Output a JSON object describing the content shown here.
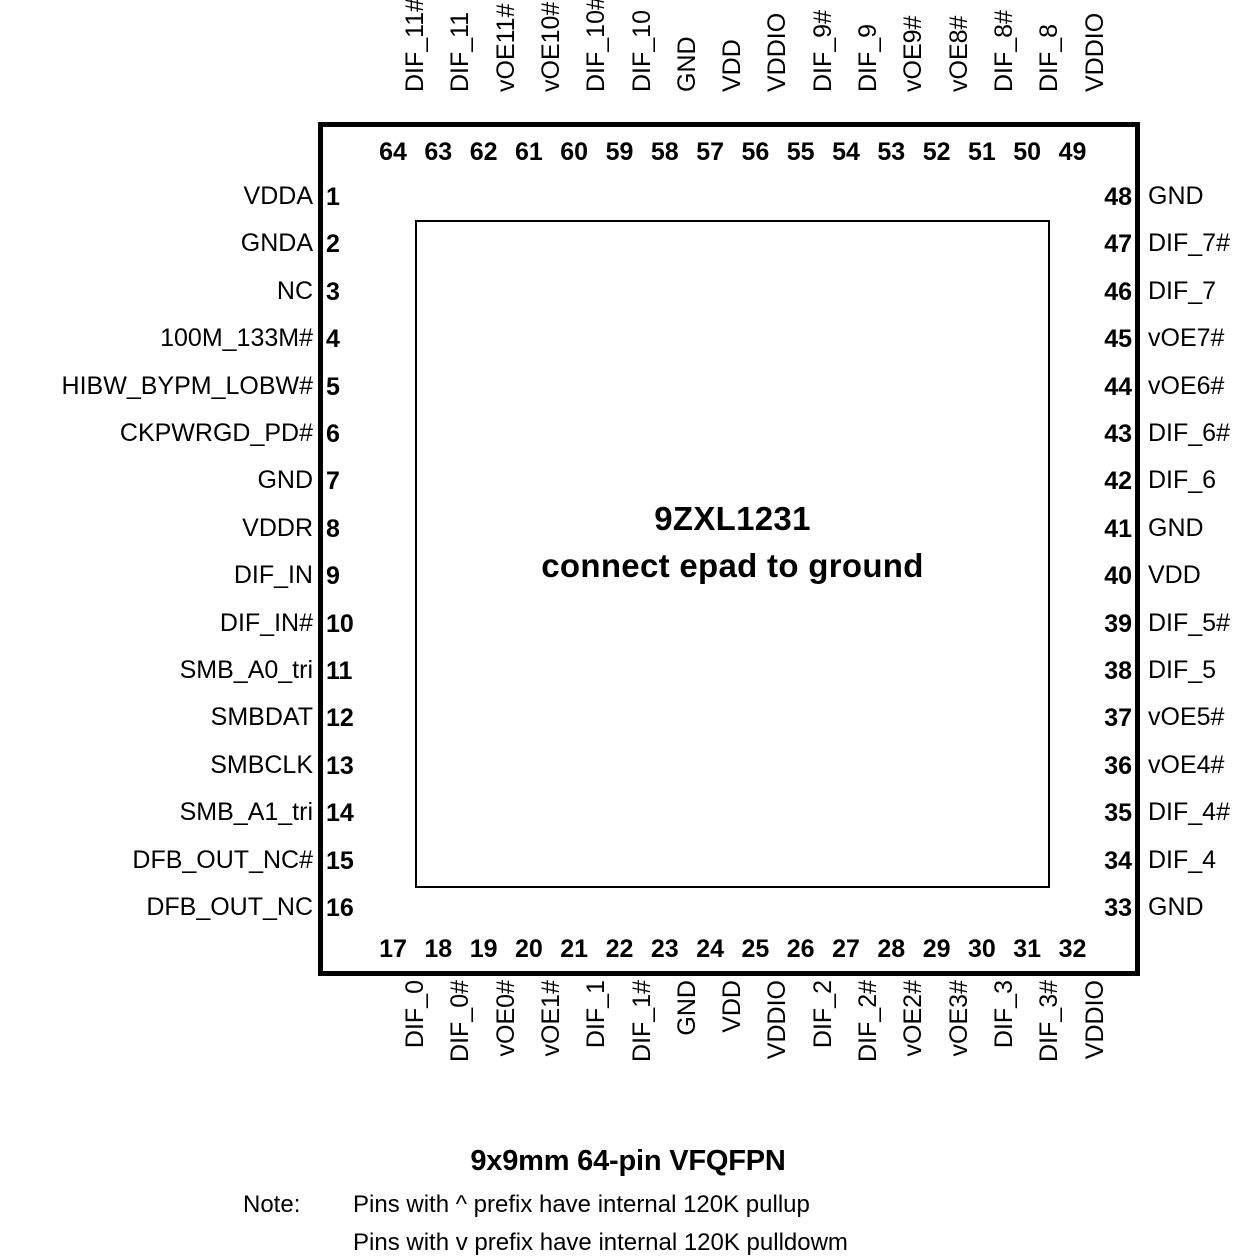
{
  "part": {
    "name": "9ZXL1231",
    "epad_note": "connect epad to ground"
  },
  "package": {
    "title": "9x9mm 64-pin VFQFPN"
  },
  "notes": {
    "label": "Note:",
    "line1": "Pins with ^ prefix have internal 120K pullup",
    "line2": "Pins with v prefix have internal 120K pulldowm"
  },
  "pins": {
    "left": [
      {
        "num": "1",
        "label": "VDDA"
      },
      {
        "num": "2",
        "label": "GNDA"
      },
      {
        "num": "3",
        "label": "NC"
      },
      {
        "num": "4",
        "label": "100M_133M#"
      },
      {
        "num": "5",
        "label": "HIBW_BYPM_LOBW#"
      },
      {
        "num": "6",
        "label": "CKPWRGD_PD#"
      },
      {
        "num": "7",
        "label": "GND"
      },
      {
        "num": "8",
        "label": "VDDR"
      },
      {
        "num": "9",
        "label": "DIF_IN"
      },
      {
        "num": "10",
        "label": "DIF_IN#"
      },
      {
        "num": "11",
        "label": "SMB_A0_tri"
      },
      {
        "num": "12",
        "label": "SMBDAT"
      },
      {
        "num": "13",
        "label": "SMBCLK"
      },
      {
        "num": "14",
        "label": "SMB_A1_tri"
      },
      {
        "num": "15",
        "label": "DFB_OUT_NC#"
      },
      {
        "num": "16",
        "label": "DFB_OUT_NC"
      }
    ],
    "bottom": [
      {
        "num": "17",
        "label": "DIF_0"
      },
      {
        "num": "18",
        "label": "DIF_0#"
      },
      {
        "num": "19",
        "label": "vOE0#"
      },
      {
        "num": "20",
        "label": "vOE1#"
      },
      {
        "num": "21",
        "label": "DIF_1"
      },
      {
        "num": "22",
        "label": "DIF_1#"
      },
      {
        "num": "23",
        "label": "GND"
      },
      {
        "num": "24",
        "label": "VDD"
      },
      {
        "num": "25",
        "label": "VDDIO"
      },
      {
        "num": "26",
        "label": "DIF_2"
      },
      {
        "num": "27",
        "label": "DIF_2#"
      },
      {
        "num": "28",
        "label": "vOE2#"
      },
      {
        "num": "29",
        "label": "vOE3#"
      },
      {
        "num": "30",
        "label": "DIF_3"
      },
      {
        "num": "31",
        "label": "DIF_3#"
      },
      {
        "num": "32",
        "label": "VDDIO"
      }
    ],
    "right": [
      {
        "num": "48",
        "label": "GND"
      },
      {
        "num": "47",
        "label": "DIF_7#"
      },
      {
        "num": "46",
        "label": "DIF_7"
      },
      {
        "num": "45",
        "label": "vOE7#"
      },
      {
        "num": "44",
        "label": "vOE6#"
      },
      {
        "num": "43",
        "label": "DIF_6#"
      },
      {
        "num": "42",
        "label": "DIF_6"
      },
      {
        "num": "41",
        "label": "GND"
      },
      {
        "num": "40",
        "label": "VDD"
      },
      {
        "num": "39",
        "label": "DIF_5#"
      },
      {
        "num": "38",
        "label": "DIF_5"
      },
      {
        "num": "37",
        "label": "vOE5#"
      },
      {
        "num": "36",
        "label": "vOE4#"
      },
      {
        "num": "35",
        "label": "DIF_4#"
      },
      {
        "num": "34",
        "label": "DIF_4"
      },
      {
        "num": "33",
        "label": "GND"
      }
    ],
    "top": [
      {
        "num": "64",
        "label": "DIF_11#"
      },
      {
        "num": "63",
        "label": "DIF_11"
      },
      {
        "num": "62",
        "label": "vOE11#"
      },
      {
        "num": "61",
        "label": "vOE10#"
      },
      {
        "num": "60",
        "label": "DIF_10#"
      },
      {
        "num": "59",
        "label": "DIF_10"
      },
      {
        "num": "58",
        "label": "GND"
      },
      {
        "num": "57",
        "label": "VDD"
      },
      {
        "num": "56",
        "label": "VDDIO"
      },
      {
        "num": "55",
        "label": "DIF_9#"
      },
      {
        "num": "54",
        "label": "DIF_9"
      },
      {
        "num": "53",
        "label": "vOE9#"
      },
      {
        "num": "52",
        "label": "vOE8#"
      },
      {
        "num": "51",
        "label": "DIF_8#"
      },
      {
        "num": "50",
        "label": "DIF_8"
      },
      {
        "num": "49",
        "label": "VDDIO"
      }
    ]
  },
  "colors": {
    "outline": "#000000",
    "background": "#ffffff",
    "text": "#000000"
  }
}
